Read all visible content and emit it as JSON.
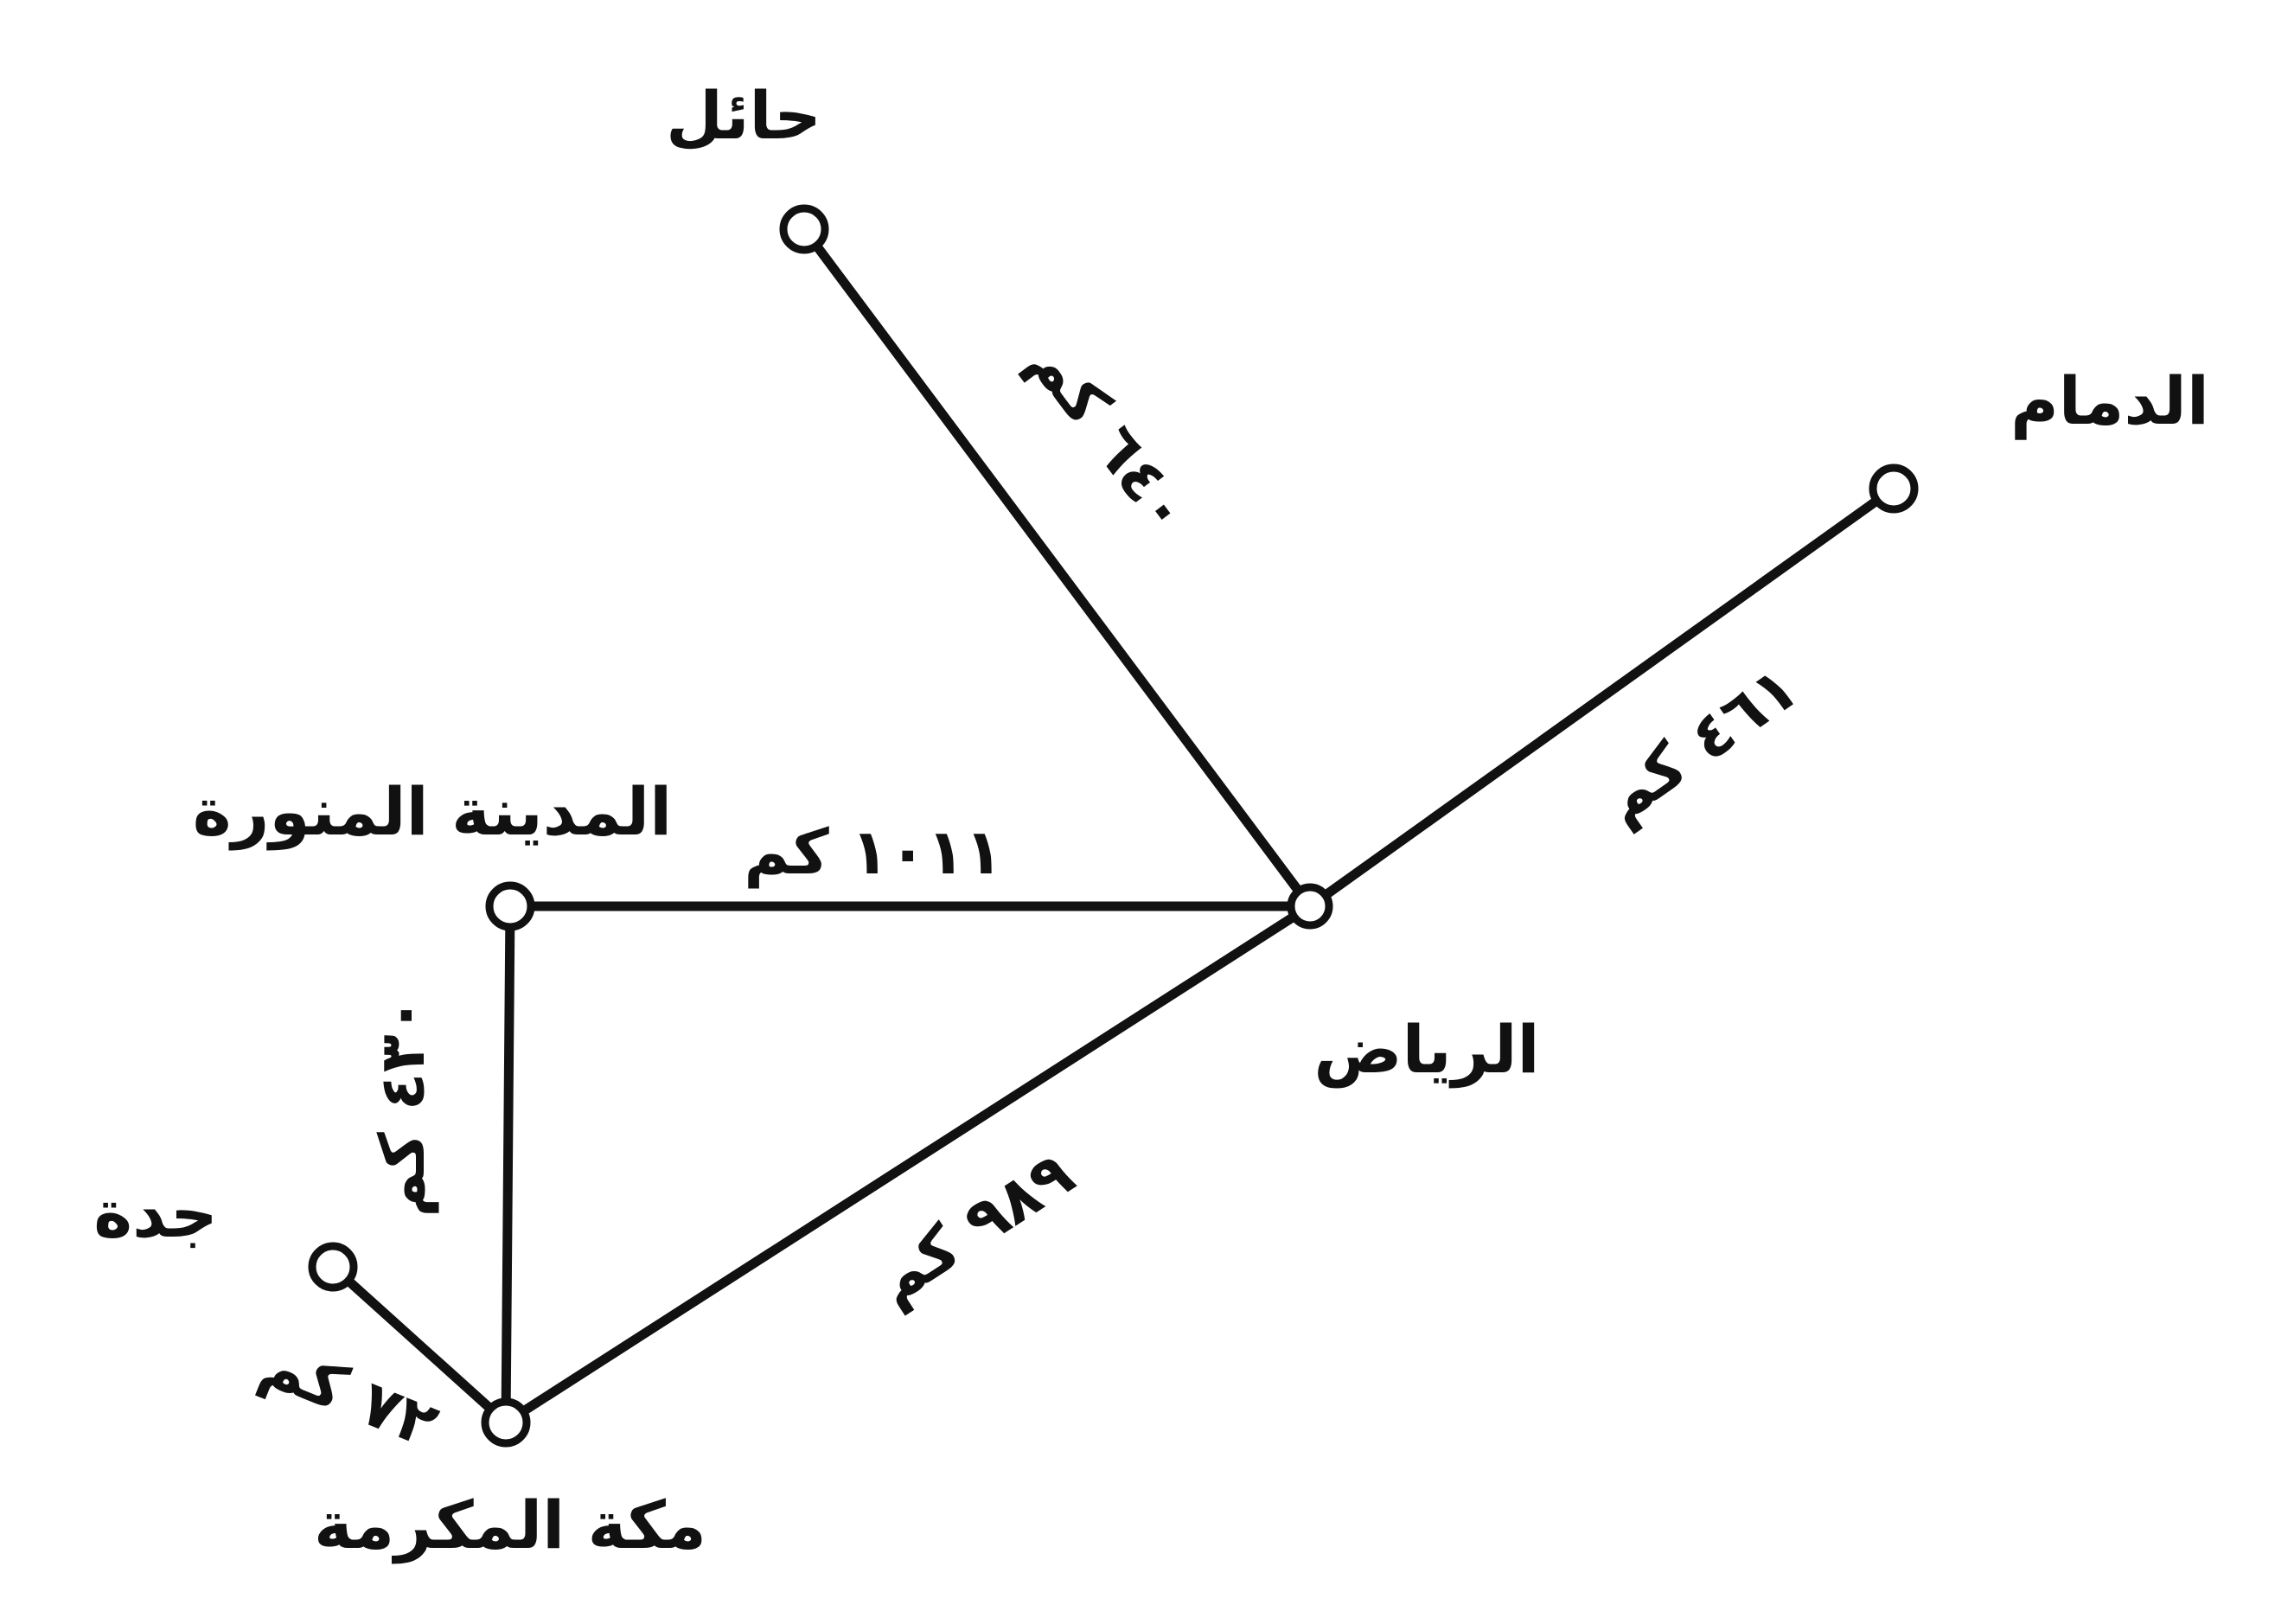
{
  "diagram": {
    "cities": {
      "hail": "حائل",
      "dammam": "الدمام",
      "riyadh": "الرياض",
      "madinah": "المدينة المنورة",
      "makkah": "مكة المكرمة",
      "jeddah": "جدة"
    },
    "distances": {
      "riyadh_hail": "٦٤٠ كم",
      "riyadh_dammam": "٤٦١ كم",
      "riyadh_madinah": "١٠١١ كم",
      "riyadh_makkah": "٩٨٩ كم",
      "madinah_makkah": "٤٣٠ كم",
      "makkah_jeddah": "٧٢ كم"
    },
    "colors": {
      "ink": "#111111",
      "background": "#ffffff"
    }
  }
}
